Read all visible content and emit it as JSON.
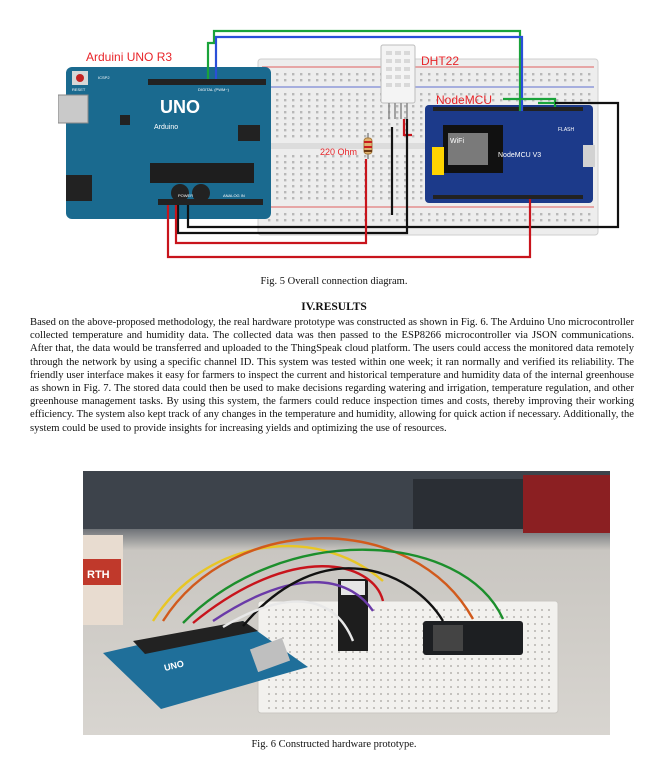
{
  "fig5": {
    "caption": "Fig. 5 Overall connection diagram.",
    "labels": {
      "arduino": "Arduini UNO R3",
      "dht": "DHT22",
      "nodemcu": "NodeMCU",
      "resistor": "220 Ohm",
      "uno_logo": "UNO",
      "arduino_brand": "Arduino",
      "nodemcu_board": "NodeMCU V3",
      "wifi": "WiFi",
      "reset": "RESET",
      "icsp": "ICSP2",
      "digital": "DIGITAL (PWM~)",
      "analog": "ANALOG IN",
      "power": "POWER",
      "flash": "FLASH"
    },
    "colors": {
      "label_red": "#e8252a",
      "board_blue": "#1a6a8f",
      "node_blue": "#1c3a8a",
      "wire_green": "#1aa33a",
      "wire_blue": "#2a4fd8",
      "wire_red": "#c8141c",
      "wire_black": "#111111"
    }
  },
  "section": {
    "heading": "IV.RESULTS",
    "body": "Based on the above-proposed methodology, the real hardware prototype was constructed as shown in Fig. 6. The Arduino Uno microcontroller collected temperature and humidity data. The collected data was then passed to the ESP8266 microcontroller via JSON communications. After that, the data would be transferred and uploaded to the ThingSpeak cloud platform. The users could access the monitored data remotely through the network by using a specific channel ID. This system was tested within one week; it ran normally and verified its reliability. The friendly user interface makes it easy for farmers to inspect the current and historical temperature and humidity data of the internal greenhouse as shown in Fig. 7. The stored data could then be used to make decisions regarding watering and irrigation, temperature regulation, and other greenhouse management tasks. By using this system, the farmers could reduce inspection times and costs, thereby improving their working efficiency. The system also kept track of any changes in the temperature and humidity, allowing for quick action if necessary. Additionally, the system could be used to provide insights for increasing yields and optimizing the use of resources."
  },
  "fig6": {
    "caption": "Fig. 6 Constructed hardware prototype.",
    "logo_text": "UNO",
    "box_text": "RTH"
  }
}
